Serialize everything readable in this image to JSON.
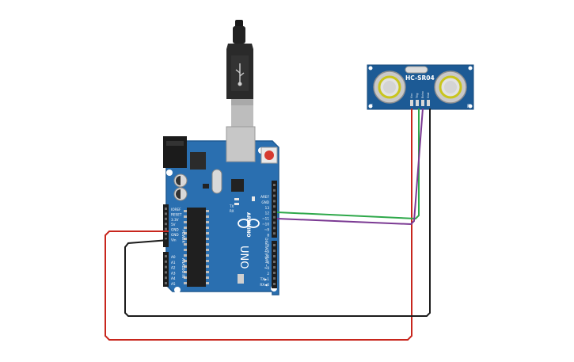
{
  "arduino": {
    "brand": "ARDUINO",
    "model": "UNO",
    "power_header": "POWER",
    "analog_header": "ANALOG IN",
    "digital_header": "DIGITAL (PWM ~)",
    "tx_label": "TX",
    "rx_label": "RX",
    "power_pins": [
      "IOREF",
      "RESET",
      "3.3V",
      "5V",
      "GND",
      "GND",
      "Vin"
    ],
    "analog_pins": [
      "A0",
      "A1",
      "A2",
      "A3",
      "A4",
      "A5"
    ],
    "digital_pins_upper": [
      "AREF",
      "GND",
      "13",
      "12",
      "~11",
      "~10",
      "~9",
      "8"
    ],
    "digital_pins_lower": [
      "7",
      "~6",
      "~5",
      "4",
      "~3",
      "2",
      "TX▶1",
      "RX◀0"
    ]
  },
  "sensor": {
    "name": "HC-SR04",
    "pins": [
      "Vcc",
      "Trig",
      "Echo",
      "Gnd"
    ],
    "left_mark": "T",
    "right_mark": "R"
  },
  "wires": {
    "power": "#c8261d",
    "ground": "#1c1c1c",
    "trig": "#2ea84a",
    "echo": "#7b3a93"
  },
  "colors": {
    "board": "#2a6fb0",
    "board_edge": "#1f5a92",
    "sensor": "#1c5a95",
    "header": "#1e1e1e"
  }
}
